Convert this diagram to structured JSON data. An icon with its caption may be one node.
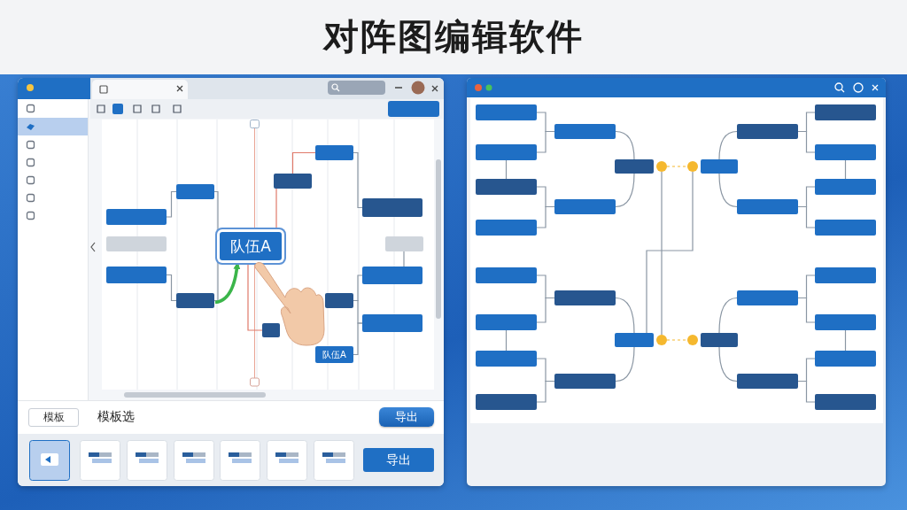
{
  "diagram": {
    "title": "对阵图编辑软件",
    "nodes": [
      {
        "text": [],
        "shape": "box"
      },
      {
        "text": [],
        "shape": "box"
      },
      {
        "text": [],
        "shape": "box"
      },
      {
        "text": [],
        "shape": "box"
      },
      {
        "text": [
          "队伍A"
        ]
      },
      {
        "text": [],
        "shape": "box"
      },
      {
        "text": [],
        "shape": "box"
      },
      {
        "text": [],
        "shape": "box"
      },
      {
        "text": [],
        "shape": "box"
      },
      {
        "text": [],
        "shape": "box"
      },
      {
        "text": [],
        "shape": "box"
      },
      {
        "text": [],
        "shape": "box"
      },
      {
        "text": [
          "队伍A"
        ]
      },
      {
        "text": [],
        "shape": "box"
      },
      {
        "text": [],
        "shape": "box"
      },
      {
        "text": [],
        "shape": "box"
      },
      {
        "text": [],
        "shape": "box"
      },
      {
        "text": [],
        "shape": "box"
      },
      {
        "text": [],
        "shape": "box"
      },
      {
        "text": [],
        "shape": "box"
      },
      {
        "text": [],
        "shape": "box"
      },
      {
        "text": [],
        "shape": "box"
      },
      {
        "text": [],
        "shape": "box"
      },
      {
        "text": [],
        "shape": "box"
      },
      {
        "text": [],
        "shape": "box"
      },
      {
        "text": [],
        "shape": "box"
      },
      {
        "text": [],
        "shape": "box"
      },
      {
        "text": [],
        "shape": "circle"
      },
      {
        "text": [],
        "shape": "circle"
      },
      {
        "text": [],
        "shape": "circle"
      },
      {
        "text": [],
        "shape": "circle"
      },
      {
        "text": [],
        "shape": "box"
      },
      {
        "text": [],
        "shape": "box"
      },
      {
        "text": [],
        "shape": "box"
      },
      {
        "text": [],
        "shape": "box"
      },
      {
        "text": [],
        "shape": "box"
      },
      {
        "text": [],
        "shape": "box"
      },
      {
        "text": [],
        "shape": "box"
      },
      {
        "text": [],
        "shape": "box"
      },
      {
        "text": [],
        "shape": "box"
      },
      {
        "text": [],
        "shape": "box"
      },
      {
        "text": [],
        "shape": "box"
      },
      {
        "text": [],
        "shape": "box"
      },
      {
        "text": [],
        "shape": "box"
      },
      {
        "text": [],
        "shape": "box"
      },
      {
        "text": [],
        "shape": "box"
      },
      {
        "text": [],
        "shape": "box"
      }
    ],
    "edges": [
      {
        "from": 0,
        "to": 1,
        "arrow": "none"
      },
      {
        "from": 2,
        "to": 3,
        "arrow": "none"
      },
      {
        "from": 1,
        "to": 3,
        "arrow": "none"
      },
      {
        "from": 3,
        "to": 4,
        "arrow": "to",
        "style": "thick",
        "color": "#3bb54a"
      },
      {
        "from": 4,
        "to": 5,
        "arrow": "none",
        "color": "#e07a6a"
      },
      {
        "from": 5,
        "to": 6,
        "arrow": "none",
        "color": "#e07a6a"
      },
      {
        "from": 6,
        "to": 7,
        "arrow": "none"
      },
      {
        "from": 9,
        "to": 8,
        "arrow": "none"
      },
      {
        "from": 9,
        "to": 10,
        "arrow": "none"
      },
      {
        "from": 12,
        "to": 10,
        "arrow": "none"
      },
      {
        "from": 4,
        "to": 11,
        "arrow": "none",
        "color": "#e07a6a"
      },
      {
        "from": 13,
        "to": 21,
        "arrow": "none"
      },
      {
        "from": 14,
        "to": 21,
        "arrow": "none"
      },
      {
        "from": 15,
        "to": 22,
        "arrow": "none"
      },
      {
        "from": 16,
        "to": 22,
        "arrow": "none"
      },
      {
        "from": 17,
        "to": 23,
        "arrow": "none"
      },
      {
        "from": 18,
        "to": 23,
        "arrow": "none"
      },
      {
        "from": 19,
        "to": 24,
        "arrow": "none"
      },
      {
        "from": 20,
        "to": 24,
        "arrow": "none"
      },
      {
        "from": 37,
        "to": 33,
        "arrow": "none"
      },
      {
        "from": 38,
        "to": 33,
        "arrow": "none"
      },
      {
        "from": 39,
        "to": 34,
        "arrow": "none"
      },
      {
        "from": 40,
        "to": 34,
        "arrow": "none"
      },
      {
        "from": 41,
        "to": 35,
        "arrow": "none"
      },
      {
        "from": 42,
        "to": 35,
        "arrow": "none"
      },
      {
        "from": 43,
        "to": 36,
        "arrow": "none"
      },
      {
        "from": 44,
        "to": 36,
        "arrow": "none"
      },
      {
        "from": 14,
        "to": 15,
        "arrow": "none"
      },
      {
        "from": 18,
        "to": 19,
        "arrow": "none"
      },
      {
        "from": 38,
        "to": 39,
        "arrow": "none"
      },
      {
        "from": 42,
        "to": 43,
        "arrow": "none"
      },
      {
        "from": 21,
        "to": 25,
        "arrow": "none"
      },
      {
        "from": 22,
        "to": 25,
        "arrow": "none"
      },
      {
        "from": 23,
        "to": 26,
        "arrow": "none"
      },
      {
        "from": 24,
        "to": 26,
        "arrow": "none"
      },
      {
        "from": 33,
        "to": 31,
        "arrow": "none"
      },
      {
        "from": 34,
        "to": 31,
        "arrow": "none"
      },
      {
        "from": 35,
        "to": 32,
        "arrow": "none"
      },
      {
        "from": 36,
        "to": 32,
        "arrow": "none"
      },
      {
        "from": 27,
        "to": 28,
        "arrow": "none",
        "style": "dashed",
        "color": "#f5b82e"
      },
      {
        "from": 29,
        "to": 30,
        "arrow": "none",
        "style": "dashed",
        "color": "#f5b82e"
      },
      {
        "from": 27,
        "to": 29,
        "arrow": "none"
      },
      {
        "from": 28,
        "to": 26,
        "arrow": "none"
      },
      {
        "from": 46,
        "to": 8,
        "arrow": "none"
      }
    ],
    "labels": [
      "模板",
      "模板选",
      "导出",
      "导出"
    ]
  }
}
